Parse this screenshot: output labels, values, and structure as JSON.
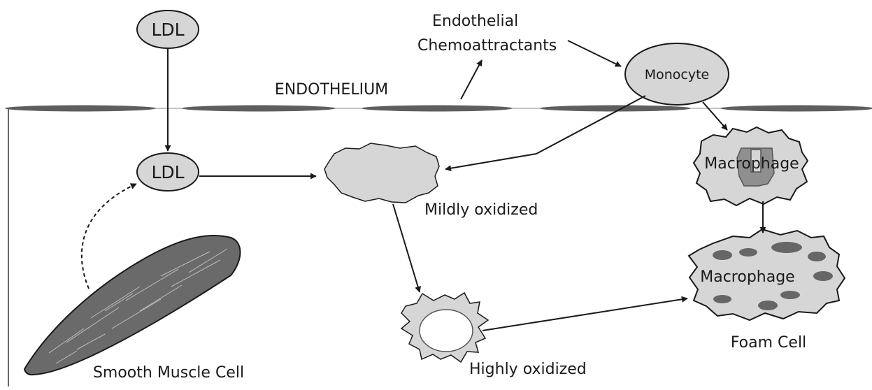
{
  "labels": {
    "ldl_top": "LDL",
    "ldl_inner": "LDL",
    "endothelium": "ENDOTHELIUM",
    "chemo_line1": "Endothelial",
    "chemo_line2": "Chemoattractants",
    "monocyte": "Monocyte",
    "macrophage": "Macrophage",
    "foam_macrophage": "Macrophage",
    "mildly_oxidized": "Mildly oxidized",
    "highly_oxidized": "Highly oxidized",
    "foam_cell": "Foam Cell",
    "smooth_muscle_cell": "Smooth Muscle Cell"
  },
  "colors": {
    "cell_fill": "#d6d6d6",
    "endothelium": "#5e5e5e",
    "muscle": "#6a6a6a",
    "lipid": "#666666",
    "ink": "#1a1a1a"
  }
}
